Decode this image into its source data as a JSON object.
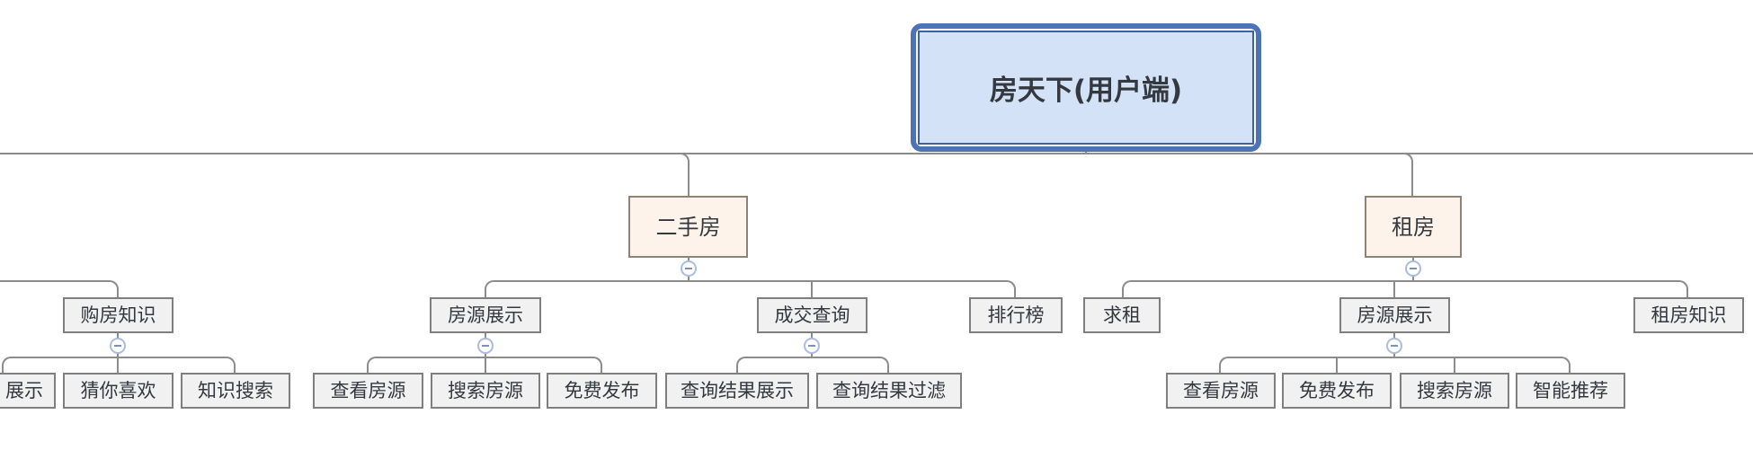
{
  "colors": {
    "root_fill": "#d3e2f7",
    "root_border": "#4c72b8",
    "root_inner_border": "#40619f",
    "branch_fill": "#fdf3ea",
    "branch_border": "#8d8478",
    "node_fill": "#f1f1f1",
    "node_border": "#7f7f7f",
    "line": "#8c8c8c",
    "text": "#34383f",
    "collapse_border": "#a9bce2",
    "collapse_glyph": "#7d90b8"
  },
  "icons": {
    "collapse": "minus"
  },
  "diagram": {
    "root": {
      "label": "房天下(用户端)"
    },
    "left_partial_branch": {
      "children": [
        {
          "label": "购房知识",
          "children": [
            {
              "label": "展示",
              "truncated_at_left_edge": true
            },
            {
              "label": "猜你喜欢"
            },
            {
              "label": "知识搜索"
            }
          ]
        }
      ]
    },
    "branches": [
      {
        "label": "二手房",
        "children": [
          {
            "label": "房源展示",
            "children": [
              {
                "label": "查看房源"
              },
              {
                "label": "搜索房源"
              },
              {
                "label": "免费发布"
              }
            ]
          },
          {
            "label": "成交查询",
            "children": [
              {
                "label": "查询结果展示"
              },
              {
                "label": "查询结果过滤"
              }
            ]
          },
          {
            "label": "排行榜"
          }
        ]
      },
      {
        "label": "租房",
        "children": [
          {
            "label": "求租"
          },
          {
            "label": "房源展示",
            "children": [
              {
                "label": "查看房源"
              },
              {
                "label": "免费发布"
              },
              {
                "label": "搜索房源"
              },
              {
                "label": "智能推荐"
              }
            ]
          },
          {
            "label": "租房知识"
          }
        ]
      }
    ]
  }
}
